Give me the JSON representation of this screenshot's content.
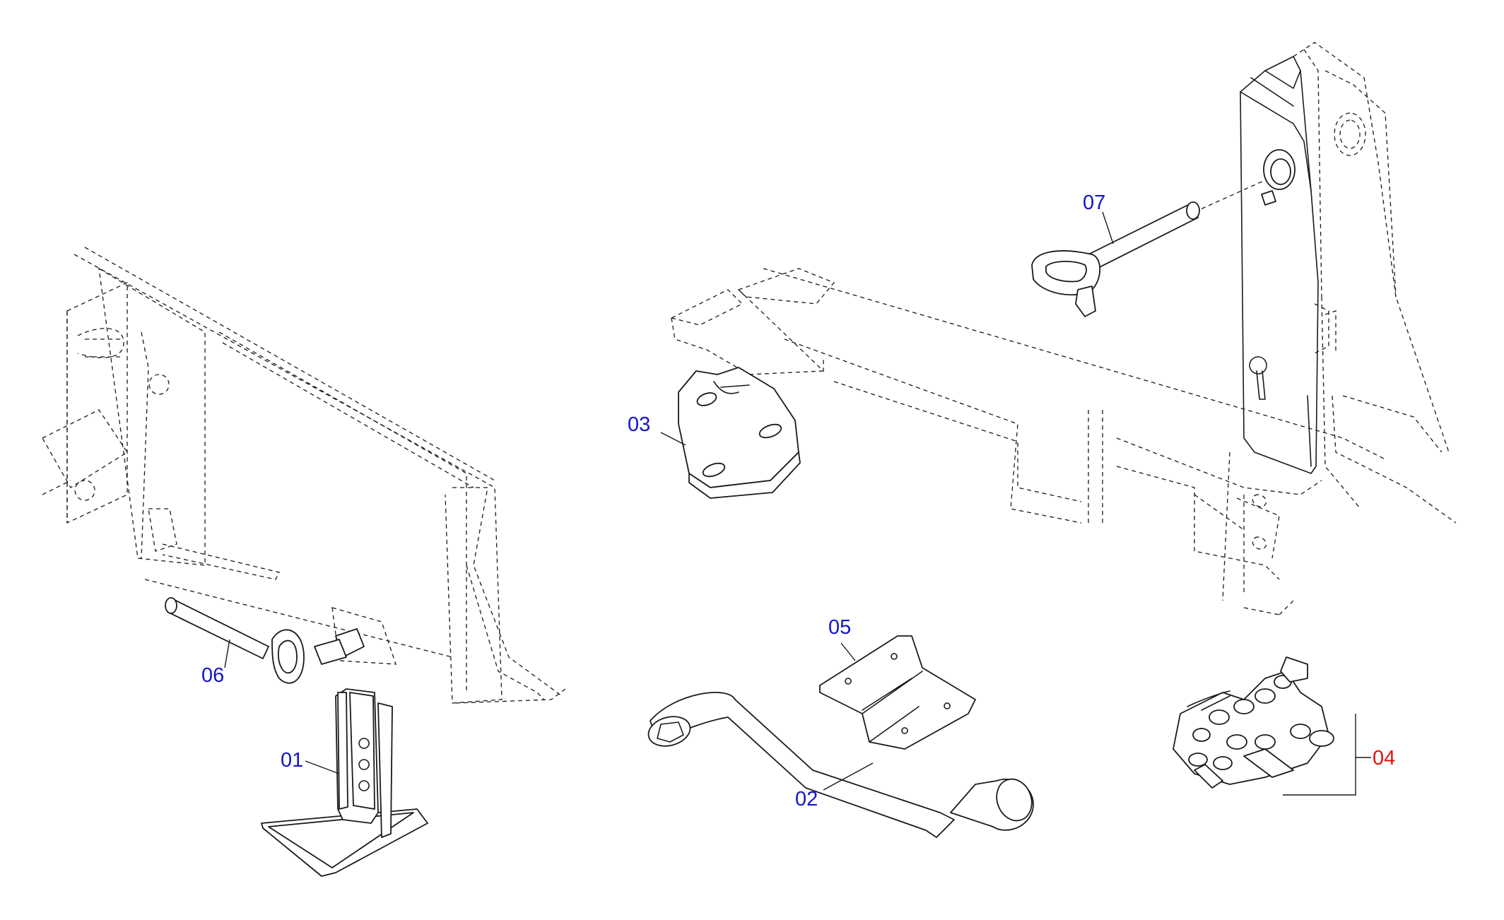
{
  "colors": {
    "label_default": "#1414c8",
    "label_highlight": "#e01010",
    "line": "#1a1a1a"
  },
  "labels": [
    {
      "id": "01",
      "text": "01",
      "color": "#1414c8"
    },
    {
      "id": "02",
      "text": "02",
      "color": "#1414c8"
    },
    {
      "id": "03",
      "text": "03",
      "color": "#1414c8"
    },
    {
      "id": "04",
      "text": "04",
      "color": "#e01010"
    },
    {
      "id": "05",
      "text": "05",
      "color": "#1414c8"
    },
    {
      "id": "06",
      "text": "06",
      "color": "#1414c8"
    },
    {
      "id": "07",
      "text": "07",
      "color": "#1414c8"
    }
  ]
}
